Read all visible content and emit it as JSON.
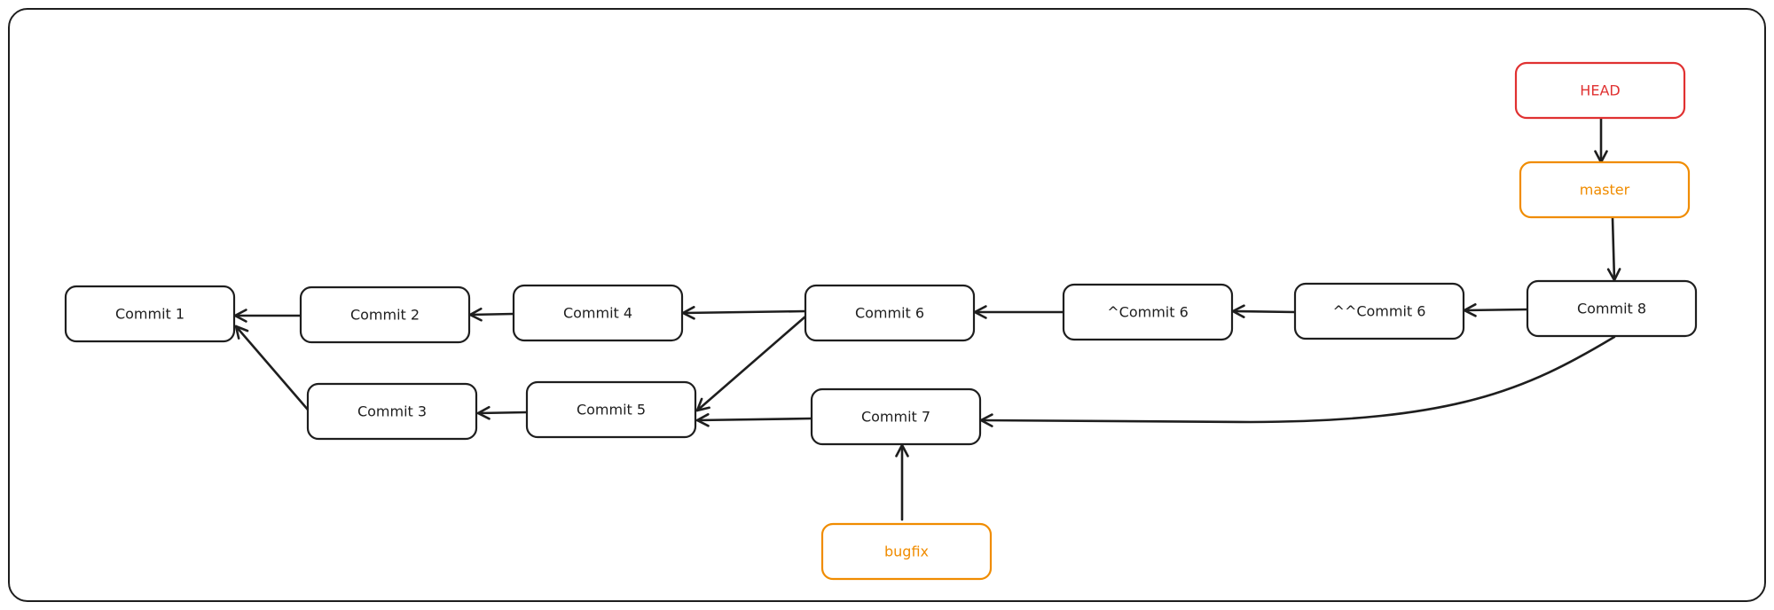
{
  "colors": {
    "default": "#1e1e1e",
    "head": "#e03131",
    "branch": "#f08c00"
  },
  "nodes": [
    {
      "id": "c1",
      "label": "Commit 1",
      "kind": "default"
    },
    {
      "id": "c2",
      "label": "Commit 2",
      "kind": "default"
    },
    {
      "id": "c4",
      "label": "Commit 4",
      "kind": "default"
    },
    {
      "id": "c6",
      "label": "Commit 6",
      "kind": "default"
    },
    {
      "id": "c6a",
      "label": "^Commit 6",
      "kind": "default"
    },
    {
      "id": "c6b",
      "label": "^^Commit 6",
      "kind": "default"
    },
    {
      "id": "c8",
      "label": "Commit 8",
      "kind": "default"
    },
    {
      "id": "c3",
      "label": "Commit 3",
      "kind": "default"
    },
    {
      "id": "c5",
      "label": "Commit 5",
      "kind": "default"
    },
    {
      "id": "c7",
      "label": "Commit 7",
      "kind": "default"
    },
    {
      "id": "head",
      "label": "HEAD",
      "kind": "head"
    },
    {
      "id": "master",
      "label": "master",
      "kind": "branch"
    },
    {
      "id": "bugfix",
      "label": "bugfix",
      "kind": "branch"
    }
  ],
  "edges": [
    {
      "from": "c2",
      "to": "c1"
    },
    {
      "from": "c3",
      "to": "c1"
    },
    {
      "from": "c4",
      "to": "c2"
    },
    {
      "from": "c6",
      "to": "c4"
    },
    {
      "from": "c6",
      "to": "c5"
    },
    {
      "from": "c5",
      "to": "c3"
    },
    {
      "from": "c7",
      "to": "c5"
    },
    {
      "from": "c6a",
      "to": "c6"
    },
    {
      "from": "c6b",
      "to": "c6a"
    },
    {
      "from": "c8",
      "to": "c6b"
    },
    {
      "from": "c8",
      "to": "c7"
    },
    {
      "from": "head",
      "to": "master"
    },
    {
      "from": "master",
      "to": "c8"
    },
    {
      "from": "bugfix",
      "to": "c7"
    }
  ]
}
